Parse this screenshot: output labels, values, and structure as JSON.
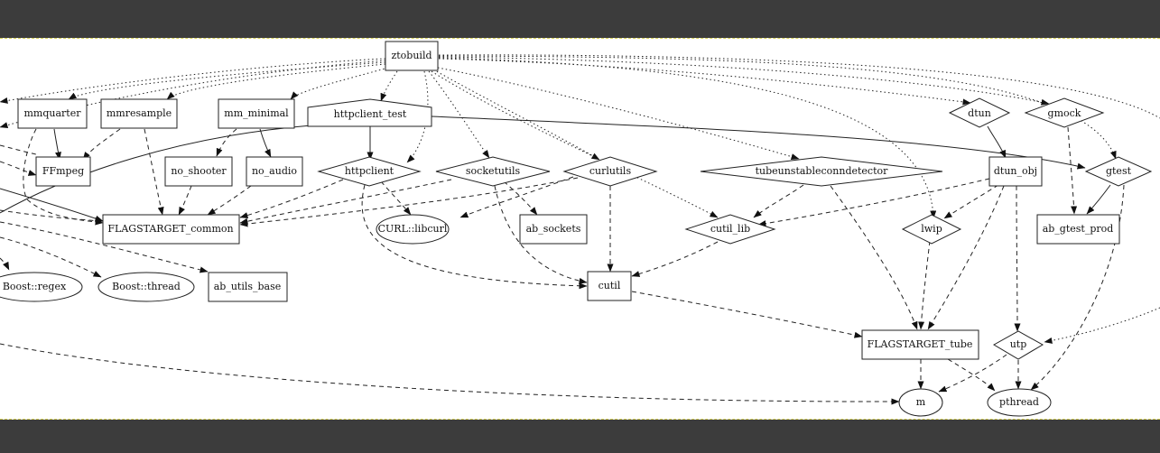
{
  "graph": {
    "nodes": {
      "ztobuild": "ztobuild",
      "mmquarter": "mmquarter",
      "mmresample": "mmresample",
      "mm_minimal": "mm_minimal",
      "httpclient_test": "httpclient_test",
      "dtun": "dtun",
      "gmock": "gmock",
      "ffmpeg": "FFmpeg",
      "no_shooter": "no_shooter",
      "no_audio": "no_audio",
      "httpclient": "httpclient",
      "socketutils": "socketutils",
      "curlutils": "curlutils",
      "tubeunstableconndetector": "tubeunstableconndetector",
      "dtun_obj": "dtun_obj",
      "gtest": "gtest",
      "flagstarget_common": "FLAGSTARGET_common",
      "curl_libcurl": "CURL::libcurl",
      "ab_sockets": "ab_sockets",
      "cutil_lib": "cutil_lib",
      "lwip": "lwip",
      "ab_gtest_prod": "ab_gtest_prod",
      "boost_regex": "Boost::regex",
      "boost_thread": "Boost::thread",
      "ab_utils_base": "ab_utils_base",
      "cutil": "cutil",
      "flagstarget_tube": "FLAGSTARGET_tube",
      "utp": "utp",
      "m": "m",
      "pthread": "pthread"
    }
  }
}
